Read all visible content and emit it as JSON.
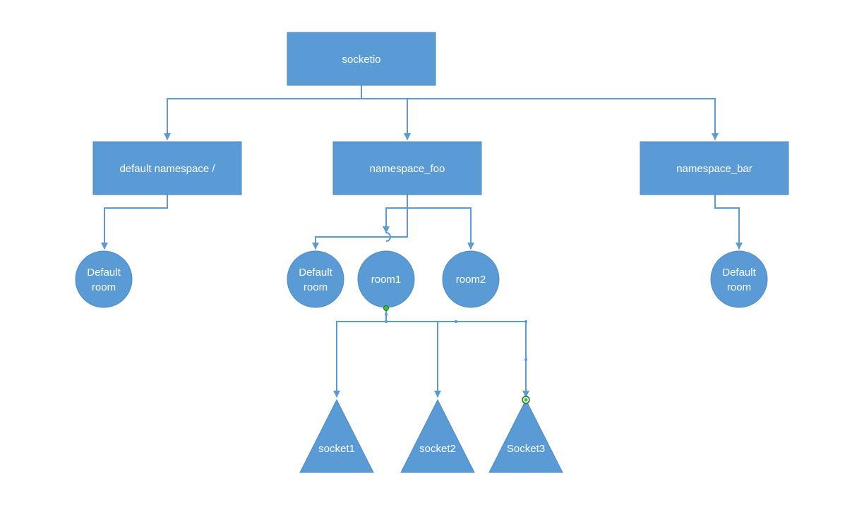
{
  "diagram": {
    "nodes": {
      "root": "socketio",
      "ns_default": "default namespace /",
      "ns_foo": "namespace_foo",
      "ns_bar": "namespace_bar",
      "default_room_left": [
        "Default",
        "room"
      ],
      "default_room_foo": [
        "Default",
        "room"
      ],
      "room1": "room1",
      "room2": "room2",
      "default_room_bar": [
        "Default",
        "room"
      ],
      "socket1": "socket1",
      "socket2": "socket2",
      "socket3": "Socket3"
    },
    "colors": {
      "node_fill": "#5b9bd5",
      "connector": "#5b9bd5",
      "selection_handle": "#3cbf3c",
      "label_text": "#ffffff"
    }
  }
}
